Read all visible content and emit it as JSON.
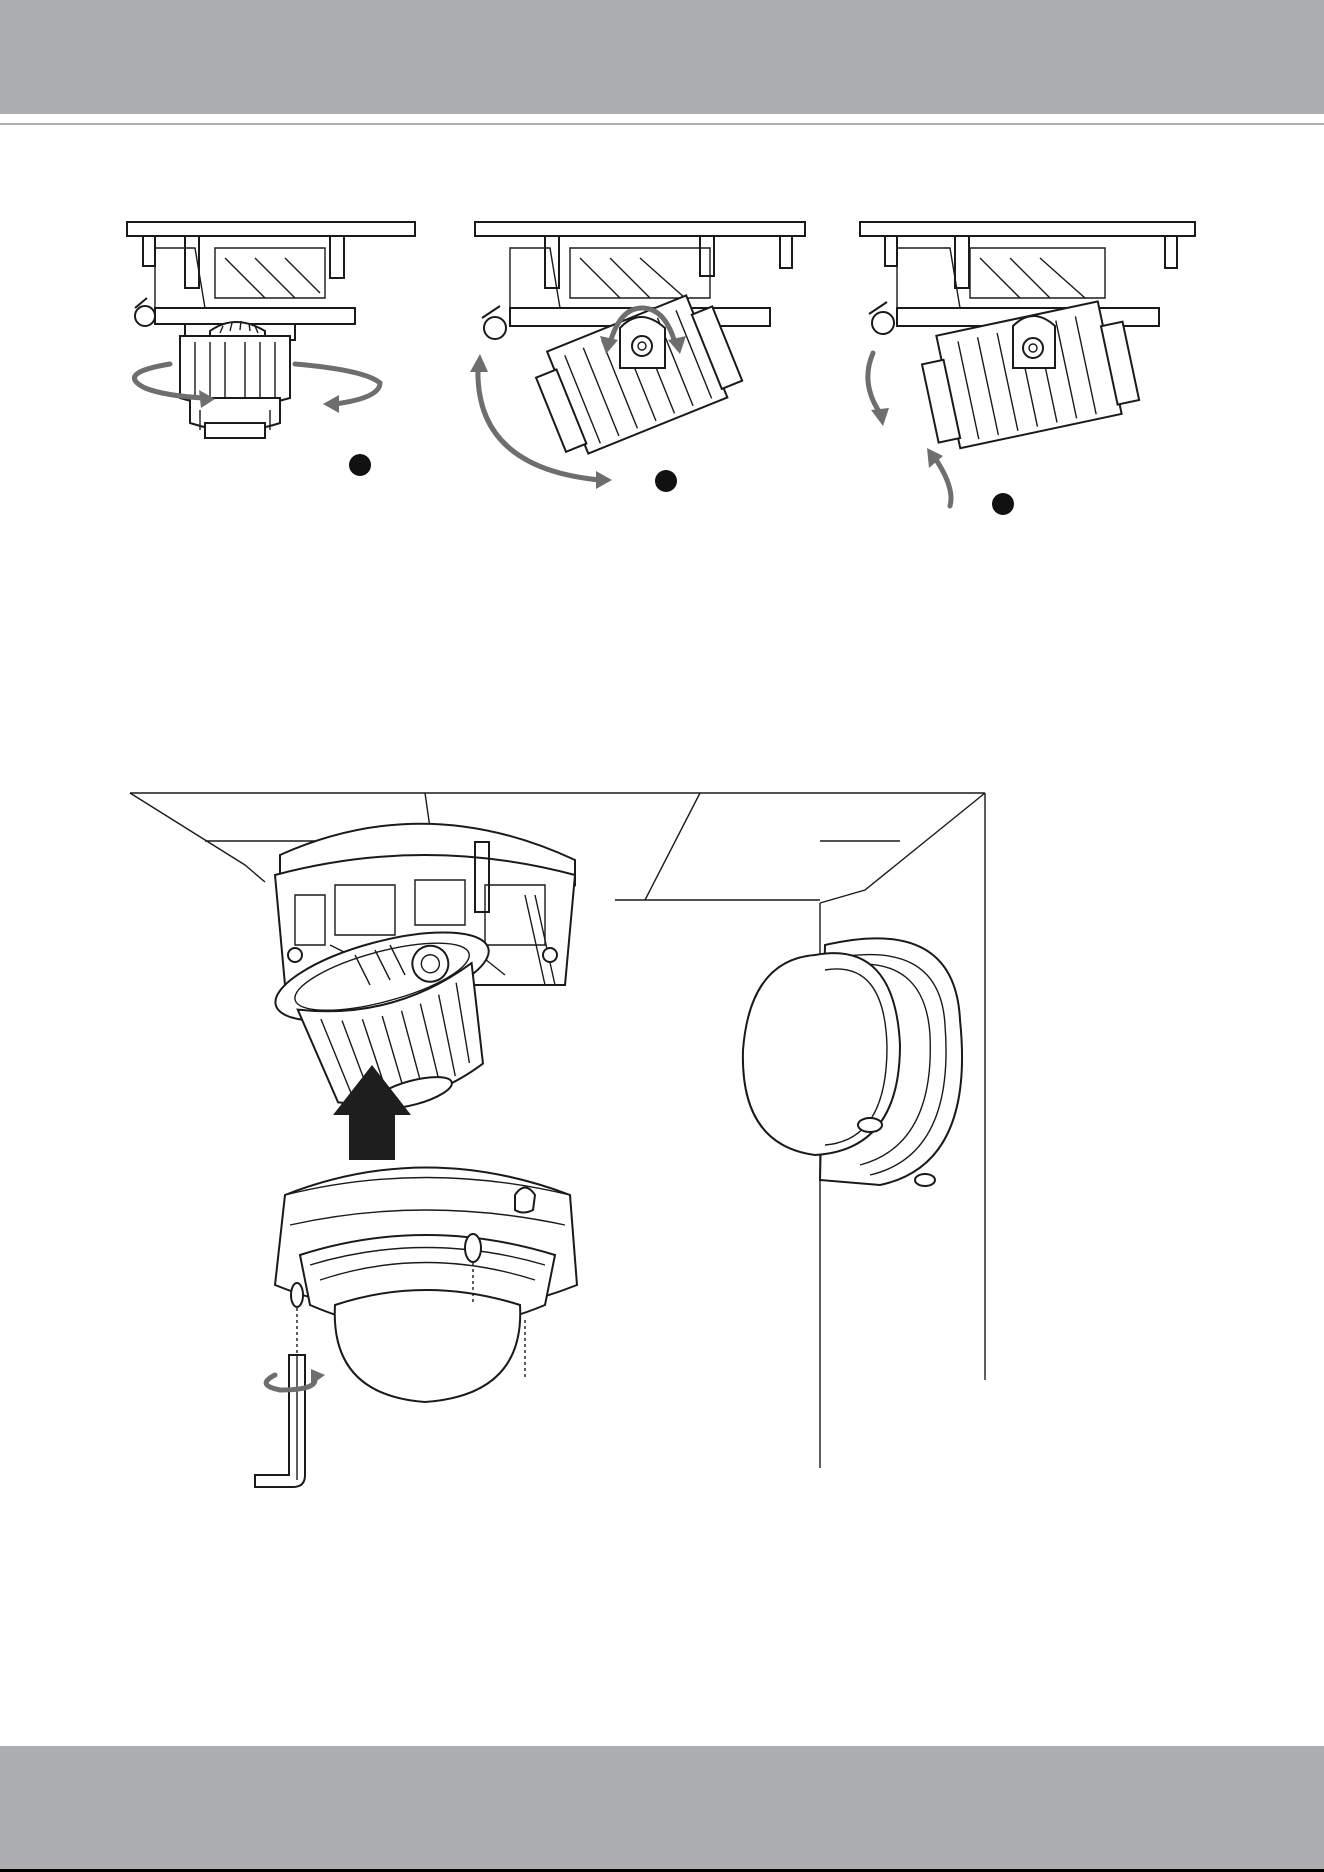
{
  "figures": {
    "adjust_steps": [
      {
        "step_number": "",
        "motion": "pan"
      },
      {
        "step_number": "",
        "motion": "tilt"
      },
      {
        "step_number": "",
        "motion": "rotate"
      }
    ],
    "install_scene": {
      "parts": [
        "camera-module",
        "dome-cover",
        "hex-key",
        "ceiling-corner",
        "wall-mounted-dome"
      ]
    }
  },
  "colors": {
    "band": "#adaeb0",
    "arrow": "#6e6e6e",
    "line": "#1a1a1a",
    "dark_arrow": "#1e1e1e"
  }
}
